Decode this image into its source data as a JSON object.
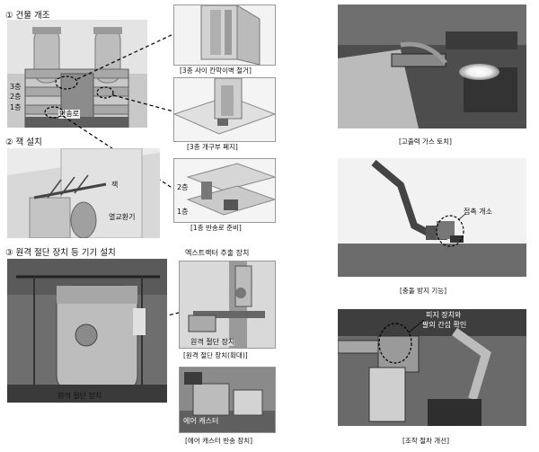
{
  "sections": {
    "s1_title": "① 건물 개조",
    "s2_title": "② 잭 설치",
    "s3_title": "③ 원격 절단 장치 등 기기 설치"
  },
  "floor_labels": {
    "f3": "3층",
    "f2": "2층",
    "f1": "1층"
  },
  "building": {
    "transport_port": "반송로"
  },
  "insets": {
    "inset1_caption": "[3층 사이 칸막이벽 철거]",
    "inset2_caption": "[3층 개구부 폐지]",
    "inset3_caption": "[1층 반송로 준비]",
    "inset3_floor2": "2층",
    "inset3_floor1": "1층"
  },
  "jack": {
    "jack_label": "잭",
    "ventilator_label": "열교환기"
  },
  "extractor": {
    "title": "엑스트랙터 추출 장치",
    "remote_cutter": "원격 절단 장치",
    "caption": "[원격 절단 장치(확대)]"
  },
  "air_caster": {
    "label": "에어 캐스터",
    "caption": "[에어 캐스터 반송 장치]"
  },
  "s3_bottom_label": "원격 절단 장치",
  "right": {
    "torch_caption": "[고출력 가스 토치]",
    "contact_label": "접촉 개소",
    "collision_caption": "[충돌 방지 기능]",
    "interference_label_l1": "피지 장치와",
    "interference_label_l2": "팔의 간섭 확인",
    "procedure_caption": "[조작 절차 개선]"
  }
}
